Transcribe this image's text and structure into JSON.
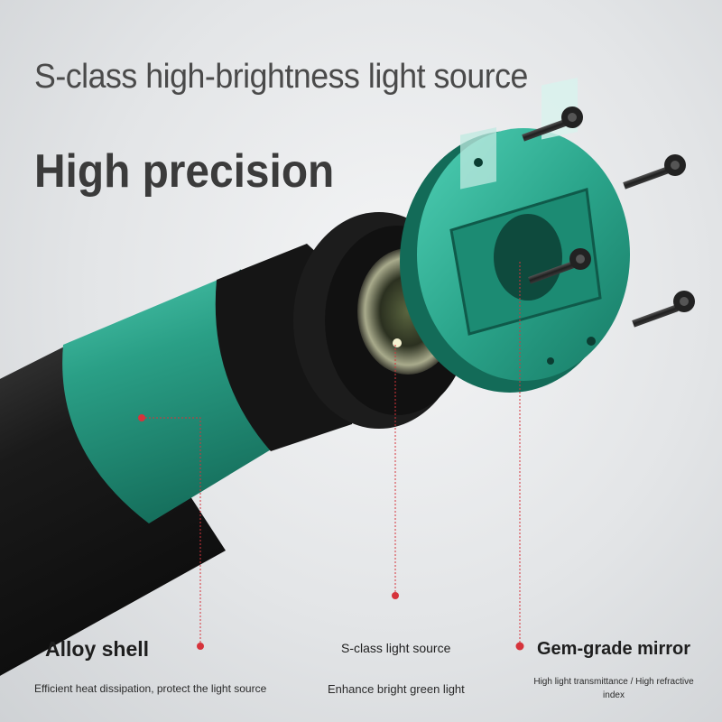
{
  "headline": "S-class high-brightness light source",
  "subheading": "High precision",
  "features": [
    {
      "title": "Alloy shell",
      "description": "Efficient heat dissipation, protect the light source"
    },
    {
      "title": "S-class light source",
      "description": "Enhance bright green light"
    },
    {
      "title": "Gem-grade mirror",
      "description": "High light transmittance / High refractive index"
    }
  ],
  "colors": {
    "accent_green": "#2aa58c",
    "marker_red": "#d6333b",
    "body_black": "#1b1b1b"
  }
}
